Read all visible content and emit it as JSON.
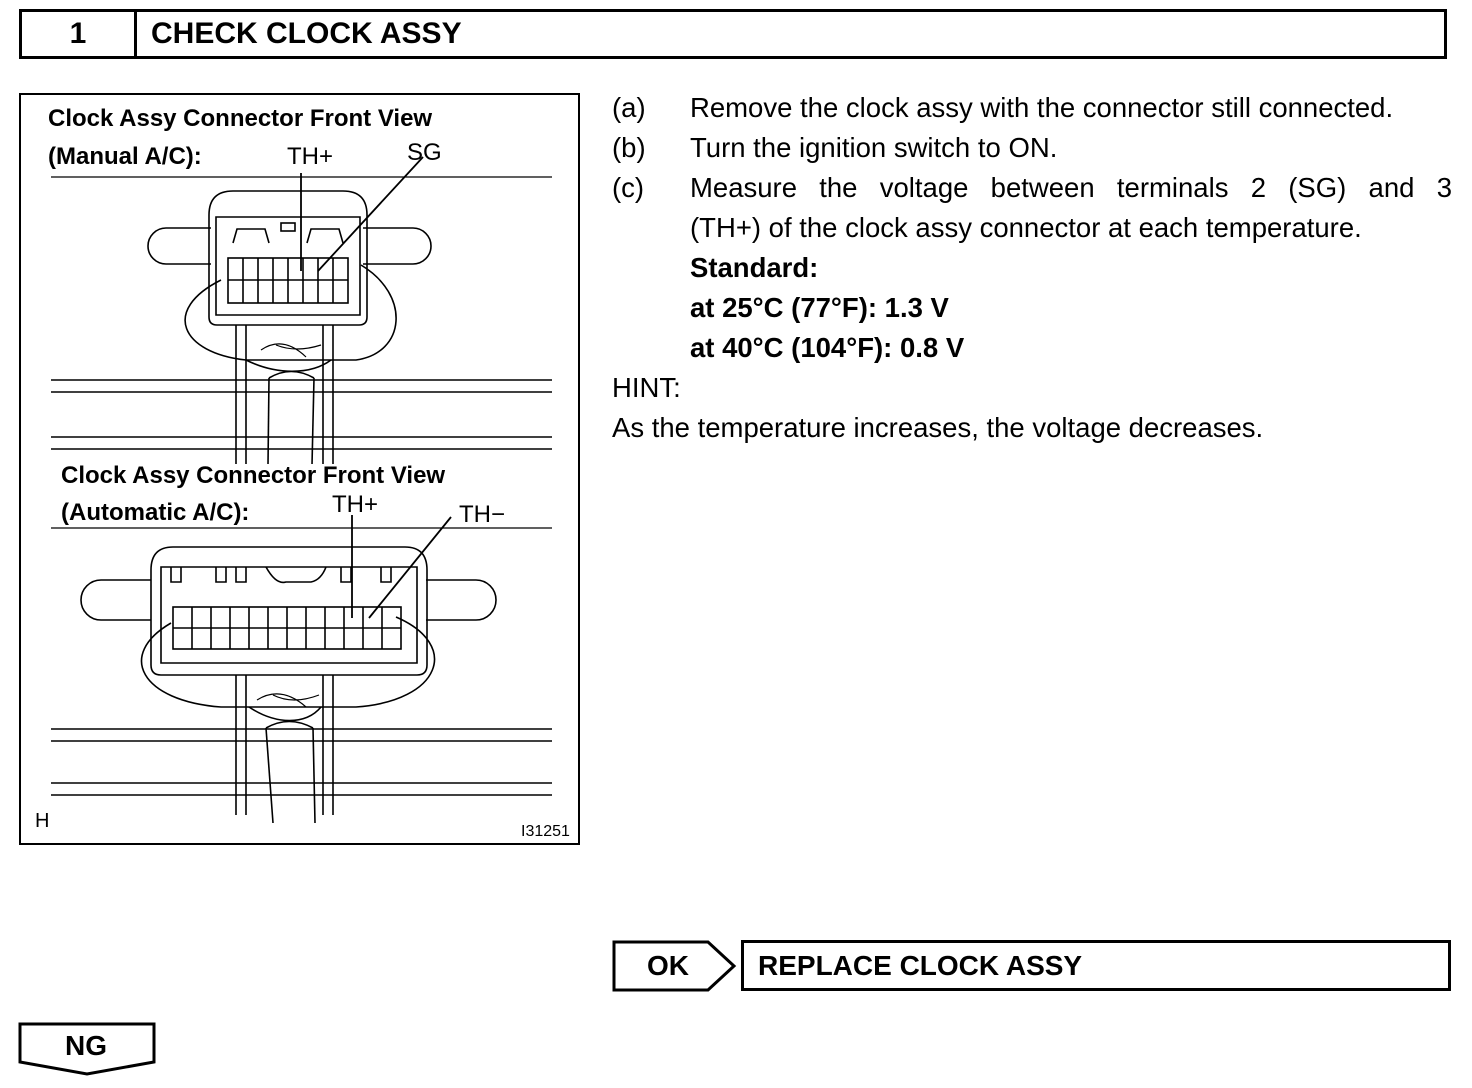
{
  "step": {
    "number": "1",
    "title": "CHECK CLOCK ASSY"
  },
  "figure": {
    "manual": {
      "title_line1": "Clock Assy Connector Front View",
      "title_line2": "(Manual A/C):",
      "label_th_plus": "TH+",
      "label_sg": "SG"
    },
    "automatic": {
      "title_line1": "Clock Assy Connector Front View",
      "title_line2": "(Automatic A/C):",
      "label_th_plus": "TH+",
      "label_th_minus": "TH−"
    },
    "corner_mark": "H",
    "figure_code": "I31251"
  },
  "instructions": {
    "steps": [
      {
        "marker": "(a)",
        "text": "Remove the clock assy with the connector still connected."
      },
      {
        "marker": "(b)",
        "text": "Turn the ignition switch to ON."
      },
      {
        "marker": "(c)",
        "text_line1": "Measure the voltage between terminals 2 (SG) and 3",
        "text_line2": "(TH+) of the clock assy connector at each temperature."
      }
    ],
    "standard_label": "Standard:",
    "standard_values": [
      "at 25°C (77°F): 1.3 V",
      "at 40°C (104°F): 0.8 V"
    ],
    "hint_label": "HINT:",
    "hint_text": "As the temperature increases, the voltage decreases."
  },
  "results": {
    "ok_label": "OK",
    "ok_action": "REPLACE CLOCK ASSY",
    "ng_label": "NG"
  }
}
